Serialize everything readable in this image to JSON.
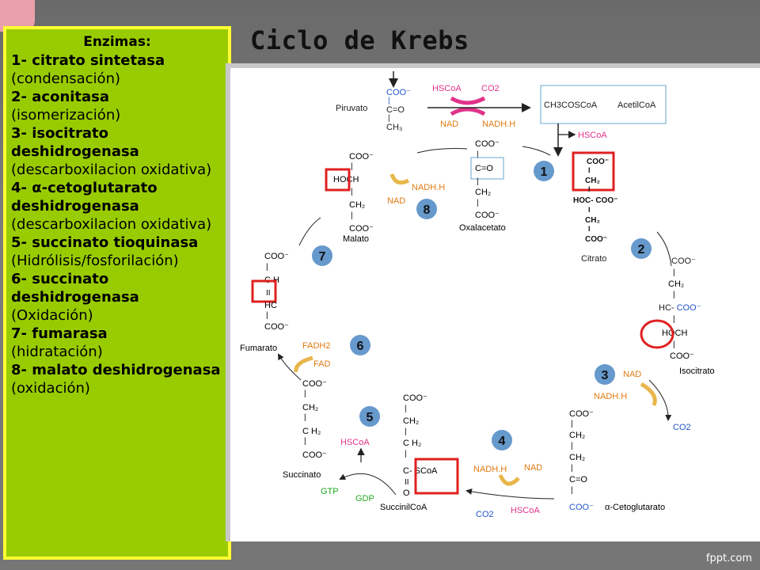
{
  "title": "Ciclo de Krebs",
  "sidebar": {
    "heading": "Enzimas:",
    "enzymes": [
      {
        "name": "1- citrato sintetasa",
        "role": "(condensación)"
      },
      {
        "name": "2- aconitasa",
        "role": "(isomerización)"
      },
      {
        "name": "3- isocitrato deshidrogenasa",
        "role": "(descarboxilacion oxidativa)"
      },
      {
        "name": "4- α-cetoglutarato deshidrogenasa",
        "role": "(descarboxilacion oxidativa)"
      },
      {
        "name": "5- succinato tioquinasa",
        "role": "(Hidrólisis/fosforilación)"
      },
      {
        "name": "6- succinato deshidrogenasa",
        "role": "(Oxidación)"
      },
      {
        "name": "7- fumarasa",
        "role": "(hidratación)"
      },
      {
        "name": "8- malato deshidrogenasa",
        "role": "(oxidación)"
      }
    ]
  },
  "diagram": {
    "compounds": {
      "piruvato": "Piruvato",
      "acetilcoa": "AcetilCoA",
      "acetilcoa_formula": "CH3COSCoA",
      "citrato": "Citrato",
      "isocitrato": "Isocitrato",
      "cetoglutarato": "α-Cetoglutarato",
      "succinilcoa": "SuccinilCoA",
      "succinato": "Succinato",
      "fumarato": "Fumarato",
      "malato": "Malato",
      "oxalacetato": "Oxalacetato"
    },
    "cofactors": {
      "hscoa": "HSCoA",
      "co2": "CO2",
      "nad": "NAD",
      "nadhh": "NADH.H",
      "fadh2": "FADH2",
      "fad": "FAD",
      "gtp": "GTP",
      "gdp": "GDP"
    },
    "steps": [
      "1",
      "2",
      "3",
      "4",
      "5",
      "6",
      "7",
      "8"
    ]
  },
  "colors": {
    "sidebar_bg": "#99cc00",
    "sidebar_border": "#ffff33",
    "step_badge": "#6699cc",
    "highlight_red": "#e02020",
    "cofactor_pink": "#e0338a",
    "cofactor_orange": "#e07a10",
    "cofactor_blue": "#2255cc",
    "cofactor_green": "#22aa22"
  },
  "footer": "fppt.com"
}
